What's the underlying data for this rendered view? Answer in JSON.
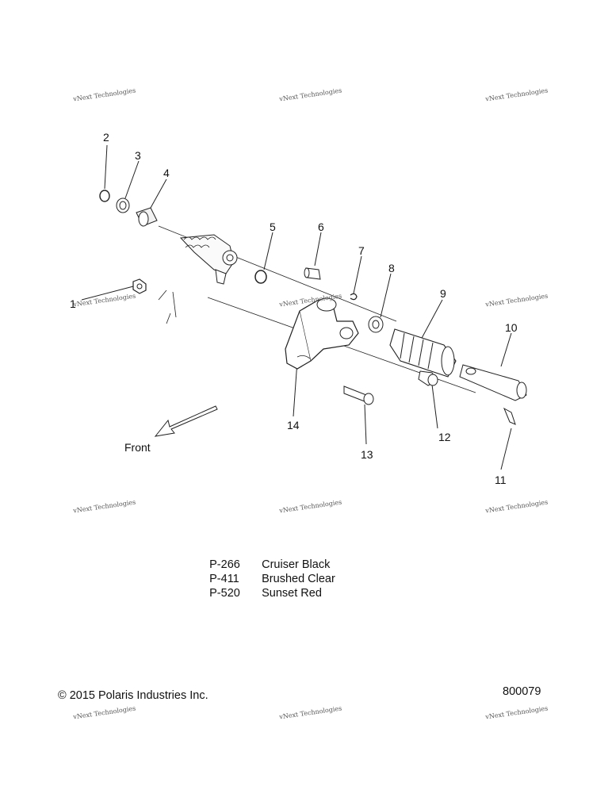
{
  "callouts": [
    {
      "id": "1",
      "text": "1"
    },
    {
      "id": "2",
      "text": "2"
    },
    {
      "id": "3",
      "text": "3"
    },
    {
      "id": "4",
      "text": "4"
    },
    {
      "id": "5",
      "text": "5"
    },
    {
      "id": "6",
      "text": "6"
    },
    {
      "id": "7",
      "text": "7"
    },
    {
      "id": "8",
      "text": "8"
    },
    {
      "id": "9",
      "text": "9"
    },
    {
      "id": "10",
      "text": "10"
    },
    {
      "id": "11",
      "text": "11"
    },
    {
      "id": "12",
      "text": "12"
    },
    {
      "id": "13",
      "text": "13"
    },
    {
      "id": "14",
      "text": "14"
    }
  ],
  "front_label": "Front",
  "legend": [
    {
      "code": "P-266",
      "name": "Cruiser Black"
    },
    {
      "code": "P-411",
      "name": "Brushed Clear"
    },
    {
      "code": "P-520",
      "name": "Sunset Red"
    }
  ],
  "footer": {
    "copyright": "© 2015 Polaris Industries Inc.",
    "drawing_number": "800079"
  },
  "watermark_text": "vNext Technologies"
}
